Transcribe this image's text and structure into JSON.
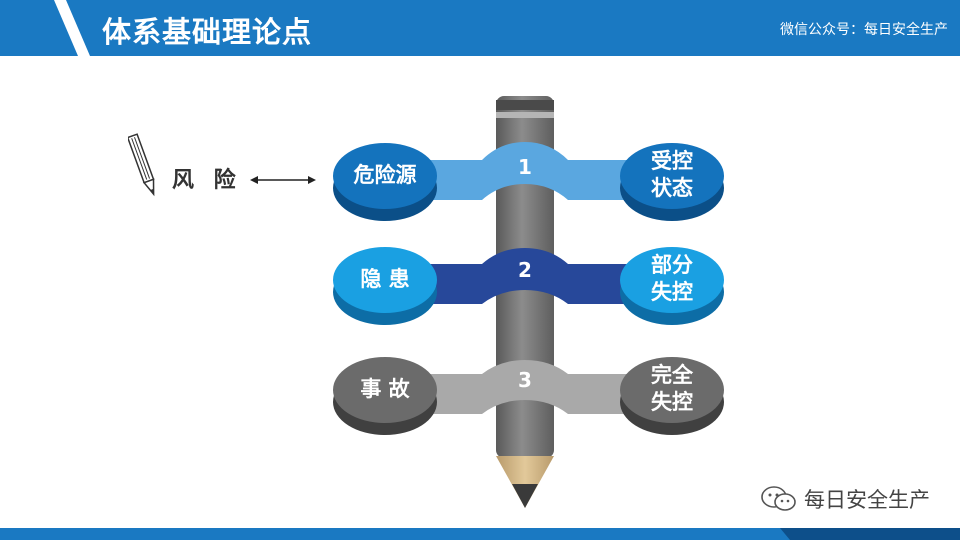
{
  "header": {
    "title": "体系基础理论点",
    "account": "微信公众号：每日安全生产"
  },
  "side_label": "风 险",
  "rows": [
    {
      "left": "危险源",
      "number": "1",
      "right_line1": "受控",
      "right_line2": "状态"
    },
    {
      "left": "隐 患",
      "number": "2",
      "right_line1": "部分",
      "right_line2": "失控"
    },
    {
      "left": "事 故",
      "number": "3",
      "right_line1": "完全",
      "right_line2": "失控"
    }
  ],
  "watermark": "每日安全生产",
  "icons": {
    "side": "pencil-icon",
    "arrow": "double-arrow-icon",
    "watermark": "wechat-icon"
  },
  "colors": {
    "header_blue": "#1a79c2",
    "row1": "#1473bd",
    "row1_band": "#5aa7e0",
    "row2": "#1aa0e2",
    "row2_band": "#27489a",
    "row3": "#6b6b6b",
    "row3_band": "#a9a9a9",
    "pencil": "#7b7b7b"
  }
}
